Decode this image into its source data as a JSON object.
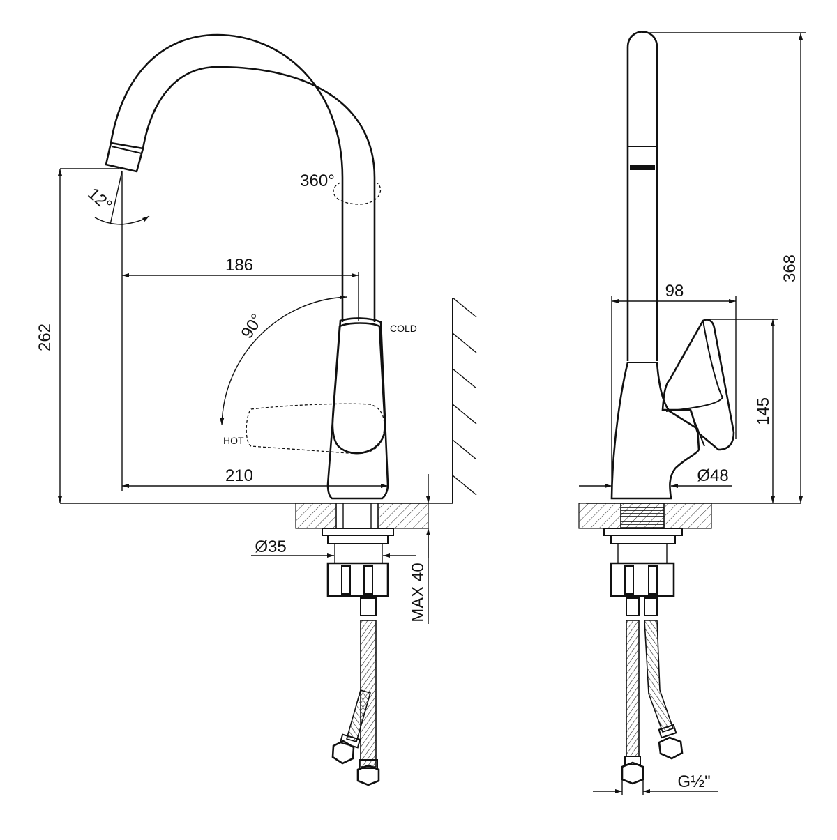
{
  "front_view": {
    "height": "262",
    "reach": "186",
    "length": "210",
    "swivel_angle": "360°",
    "handle_angle": "90°",
    "spout_tilt_angle": "12°",
    "cold_label": "COLD",
    "hot_label": "HOT",
    "base_diameter": "Ø35",
    "max_counter_thickness": "MAX 40"
  },
  "side_view": {
    "total_height": "368",
    "depth": "98",
    "handle_height": "145",
    "body_diameter": "Ø48",
    "thread": "G½\""
  }
}
